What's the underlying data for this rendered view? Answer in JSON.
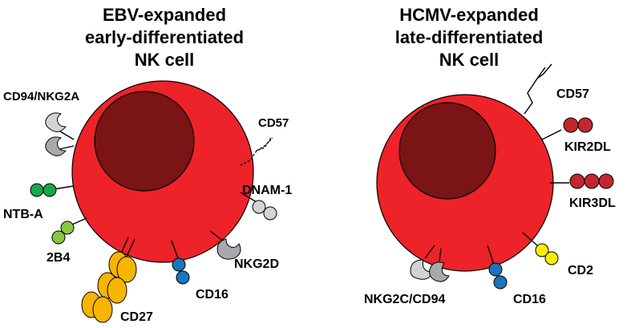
{
  "colors": {
    "cell": "#ee2229",
    "nucleus": "#7b1414",
    "green_dark": "#1aa64a",
    "green_light": "#8cc63f",
    "orange": "#f7b500",
    "blue": "#1b75bc",
    "grey": "#d1d3d4",
    "grey_dark": "#a7a9ac",
    "red_kir": "#c1272d",
    "yellow": "#ffed00"
  },
  "left": {
    "title": [
      "EBV-expanded",
      "early-differentiated",
      "NK cell"
    ],
    "labels": {
      "cd94_nkg2a": "CD94/NKG2A",
      "cd57": "CD57",
      "dnam1": "DNAM-1",
      "ntba": "NTB-A",
      "b4": "2B4",
      "nkg2d": "NKG2D",
      "cd16": "CD16",
      "cd27": "CD27"
    }
  },
  "right": {
    "title": [
      "HCMV-expanded",
      "late-differentiated",
      "NK cell"
    ],
    "labels": {
      "cd57": "CD57",
      "kir2dl": "KIR2DL",
      "kir3dl": "KIR3DL",
      "cd2": "CD2",
      "cd16": "CD16",
      "nkg2c_cd94": "NKG2C/CD94"
    }
  }
}
